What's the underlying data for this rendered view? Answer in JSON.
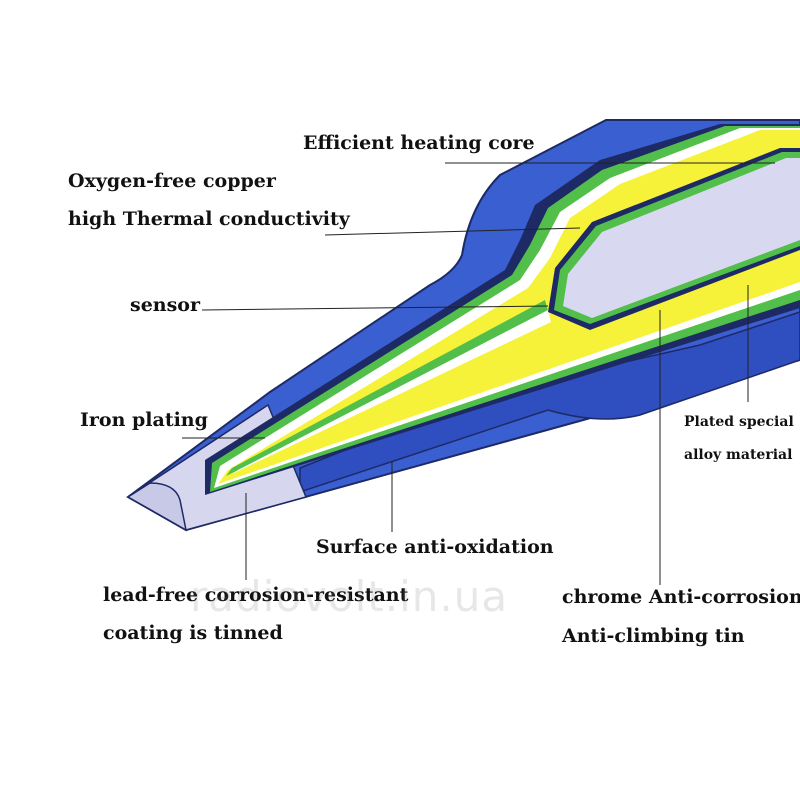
{
  "diagram": {
    "labels": {
      "heating_core": "Efficient heating core",
      "copper_1": "Oxygen-free copper",
      "copper_2": "high Thermal conductivity",
      "sensor": "sensor",
      "iron_plating": "Iron plating",
      "plated_1": "Plated special",
      "plated_2": "alloy material",
      "surface": "Surface anti-oxidation",
      "leadfree_1": "lead-free corrosion-resistant",
      "leadfree_2": "coating is tinned",
      "chrome_1": "chrome Anti-corrosion",
      "chrome_2": "Anti-climbing tin"
    },
    "watermark": "radiovolt.in.ua",
    "colors": {
      "shell_blue": "#3a5fd0",
      "shell_dark": "#2b45b2",
      "green_layer": "#52bf4a",
      "yellow_copper": "#f6f23a",
      "core_lavender": "#d8d9f0",
      "iron_plating": "#d6d7ef"
    }
  }
}
